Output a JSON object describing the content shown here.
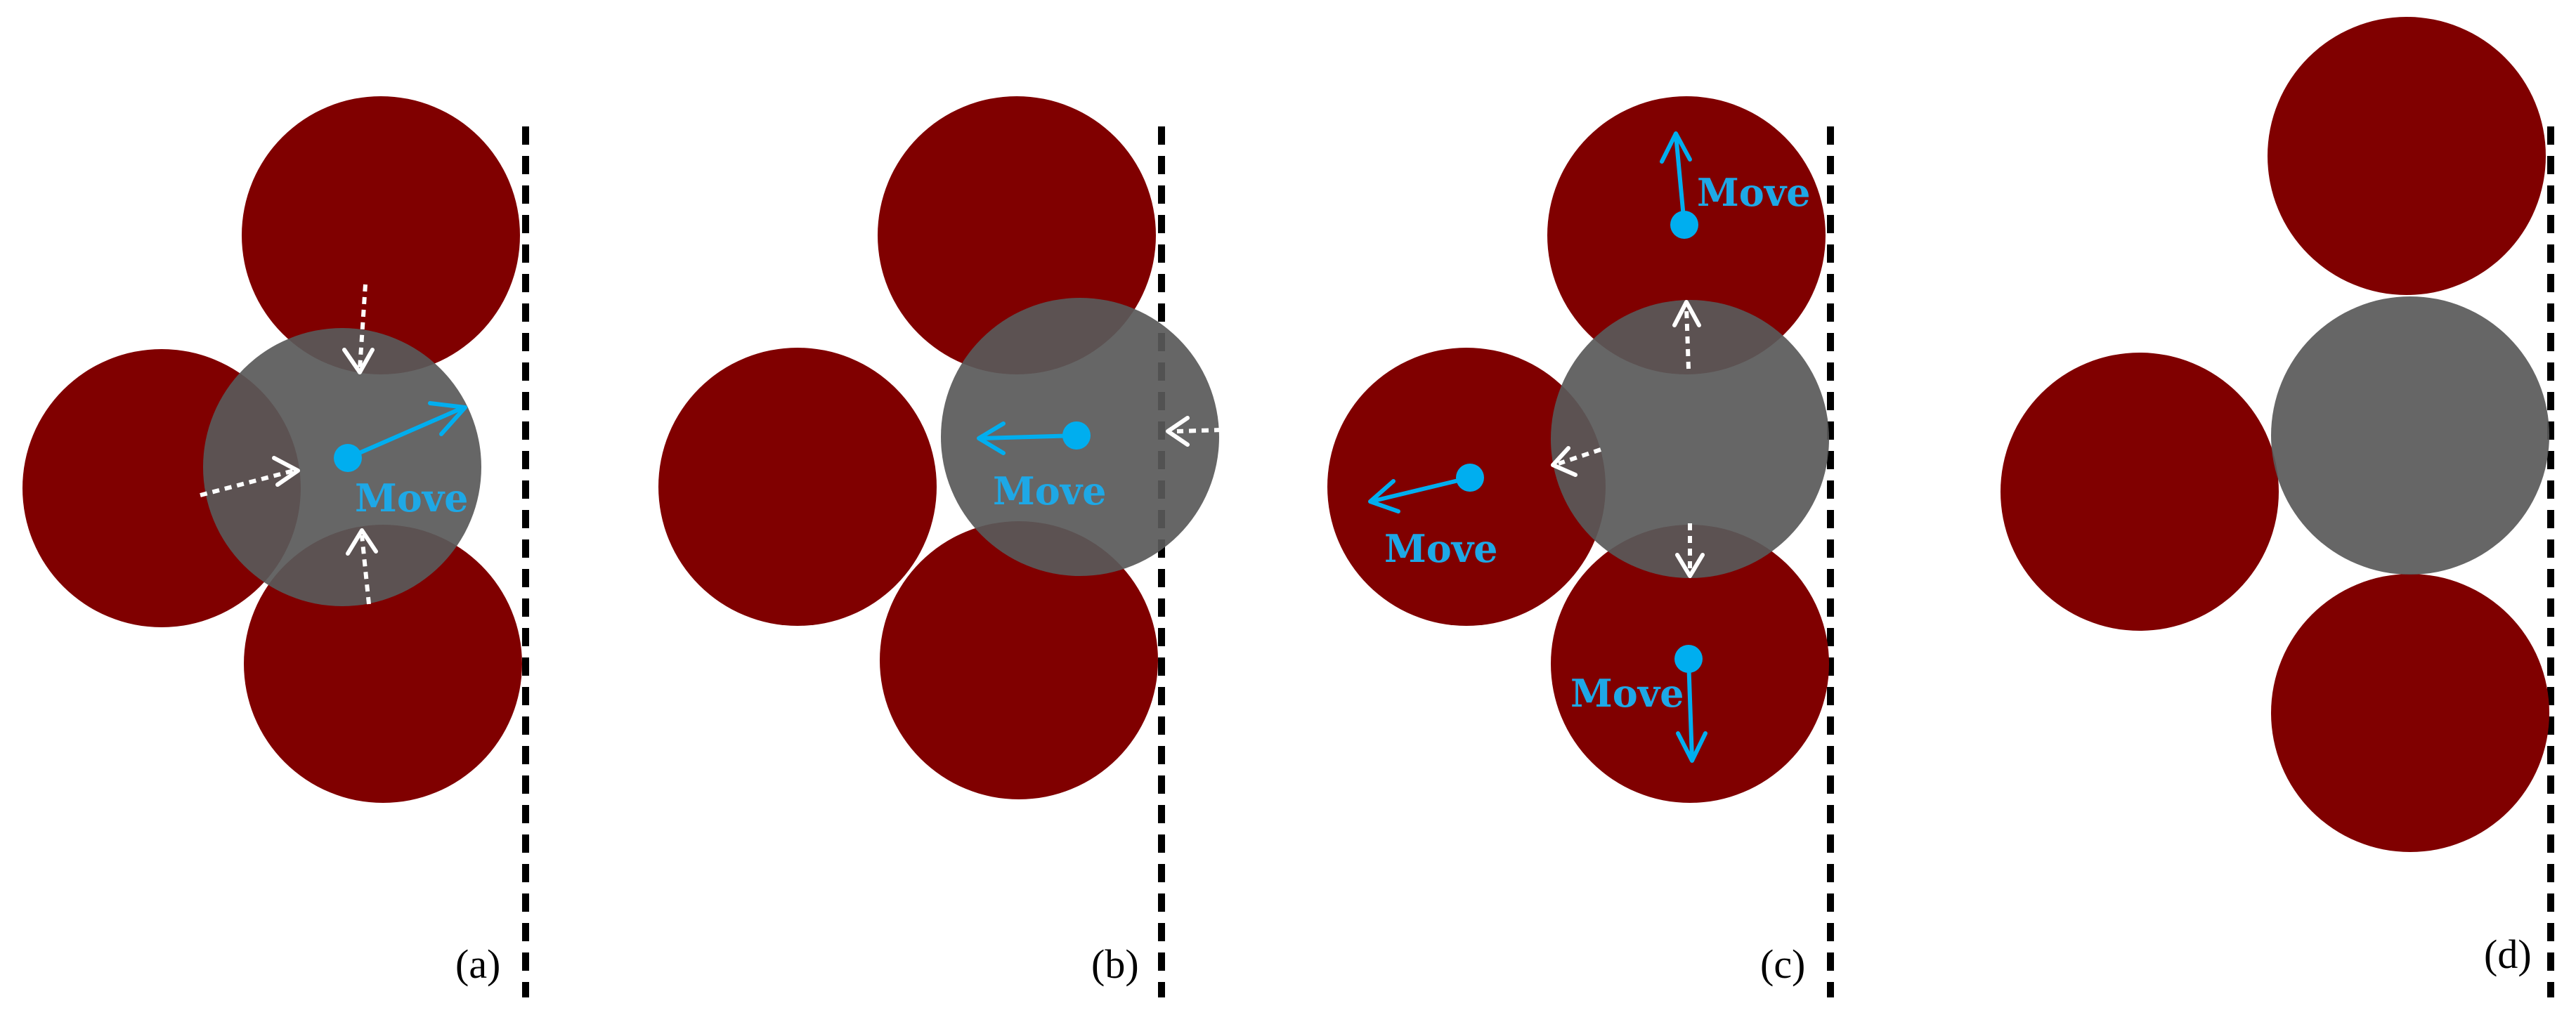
{
  "labels": {
    "move": "Move",
    "panel_a": "(a)",
    "panel_b": "(b)",
    "panel_c": "(c)",
    "panel_d": "(d)"
  },
  "colors": {
    "particle": "#800000",
    "center_particle": "#595959",
    "motion_arrow": "#00aeef",
    "force_arrow": "#ffffff",
    "boundary": "#000000"
  }
}
